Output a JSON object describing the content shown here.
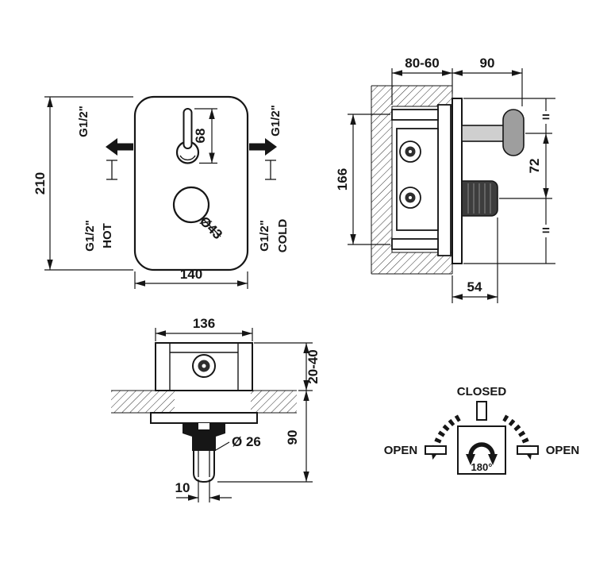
{
  "front_view": {
    "dim_height": "210",
    "dim_width": "140",
    "dim_lever": "68",
    "dim_knob_dia": "Ø43",
    "g12_top_left": "G1/2\"",
    "g12_top_right": "G1/2\"",
    "g12_hot": "G1/2\"",
    "hot": "HOT",
    "g12_cold": "G1/2\"",
    "cold": "COLD"
  },
  "side_view": {
    "dim_depth_range": "80-60",
    "dim_handle_proj": "90",
    "dim_height": "166",
    "dim_centers": "72",
    "dim_knob_proj": "54",
    "eq_top": "=",
    "eq_bottom": "="
  },
  "section_view": {
    "dim_width": "136",
    "dim_wall": "20-40",
    "dim_depth": "90",
    "dia_stem": "Ø 26",
    "dim_stem": "10"
  },
  "rotation_diagram": {
    "closed": "CLOSED",
    "open_left": "OPEN",
    "open_right": "OPEN",
    "angle": "180°"
  }
}
